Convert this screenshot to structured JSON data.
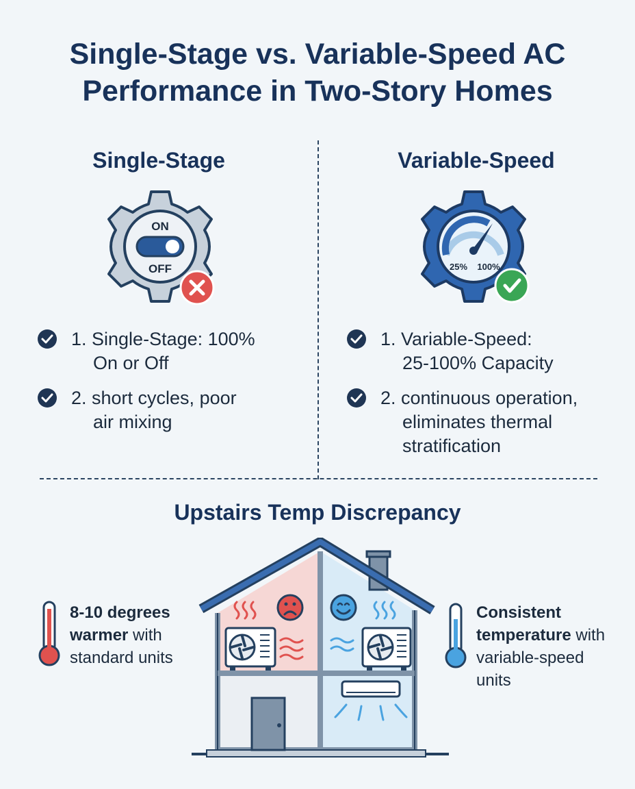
{
  "title": {
    "line1": "Single-Stage vs. Variable-Speed AC",
    "line2": "Performance in Two-Story Homes"
  },
  "single_stage": {
    "heading": "Single-Stage",
    "icon": "gear-on-off-switch-icon",
    "badge": "x-icon",
    "switch_on": "ON",
    "switch_off": "OFF",
    "points": [
      {
        "l1": "1. Single-Stage: 100%",
        "l2": "On or Off"
      },
      {
        "l1": "2. short cycles, poor",
        "l2": "air mixing"
      }
    ]
  },
  "variable_speed": {
    "heading": "Variable-Speed",
    "icon": "gear-gauge-icon",
    "badge": "check-icon",
    "gauge_low": "25%",
    "gauge_high": "100%",
    "points": [
      {
        "l1": "1. Variable-Speed:",
        "l2": "25-100% Capacity",
        "l3": ""
      },
      {
        "l1": "2. continuous operation,",
        "l2": "eliminates thermal",
        "l3": "stratification"
      }
    ]
  },
  "discrepancy": {
    "heading": "Upstairs Temp Discrepancy",
    "left": {
      "bold1": "8-10 degrees",
      "bold2": "warmer",
      "rest2": " with",
      "line3": "standard units"
    },
    "right": {
      "bold1": "Consistent",
      "bold2": "temperature",
      "rest2": " with",
      "line3": "variable-speed",
      "line4": "units"
    }
  },
  "colors": {
    "navy": "#18325a",
    "warm": "#e0524f",
    "cool": "#4aa3e0",
    "green": "#3aa655"
  }
}
